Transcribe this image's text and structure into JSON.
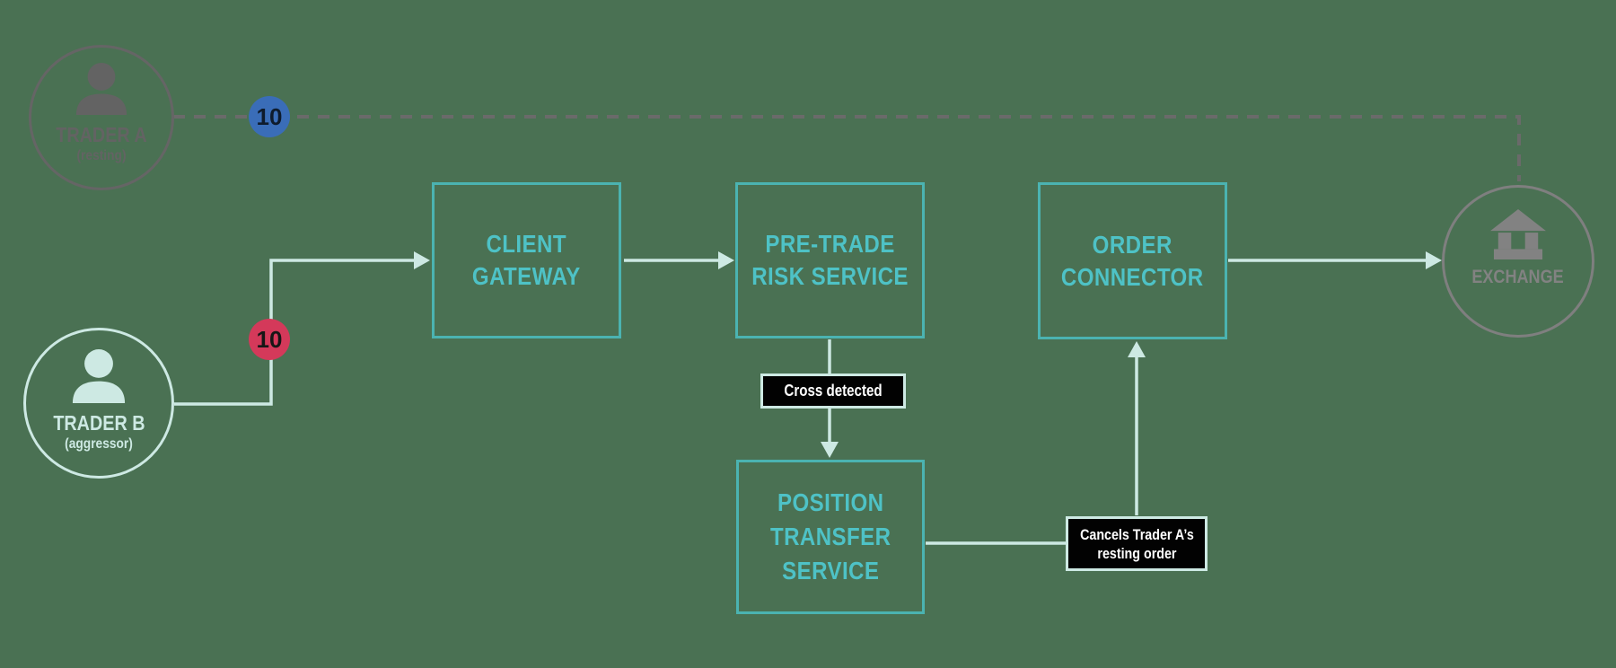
{
  "diagram": {
    "title_hint": "cross-trade cancellation flow",
    "background": "#4a7153",
    "nodes": {
      "trader_a": {
        "title": "TRADER A",
        "subtitle": "(resting)",
        "color": "#636363"
      },
      "trader_b": {
        "title": "TRADER B",
        "subtitle": "(aggressor)",
        "color": "#cde9e3"
      },
      "client_gateway": {
        "line1": "CLIENT",
        "line2": "GATEWAY"
      },
      "pre_trade_risk": {
        "line1": "PRE-TRADE",
        "line2": "RISK SERVICE"
      },
      "order_connector": {
        "line1": "ORDER",
        "line2": "CONNECTOR"
      },
      "position_transfer": {
        "line1": "POSITION",
        "line2": "TRANSFER",
        "line3": "SERVICE"
      },
      "exchange": {
        "title": "EXCHANGE",
        "color": "#828282"
      }
    },
    "badges": {
      "trader_a_order_qty": {
        "value": "10",
        "color": "#3a6db8"
      },
      "trader_b_order_qty": {
        "value": "10",
        "color": "#d4395a"
      }
    },
    "annotations": {
      "cross_detected": "Cross detected",
      "cancel_line1": "Cancels Trader A’s",
      "cancel_line2": "resting order"
    },
    "colors": {
      "box_border": "#4bb3b1",
      "box_text": "#4ec2c6",
      "flow_line": "#cde9e3",
      "dashed_line": "#6a6a6a"
    }
  }
}
